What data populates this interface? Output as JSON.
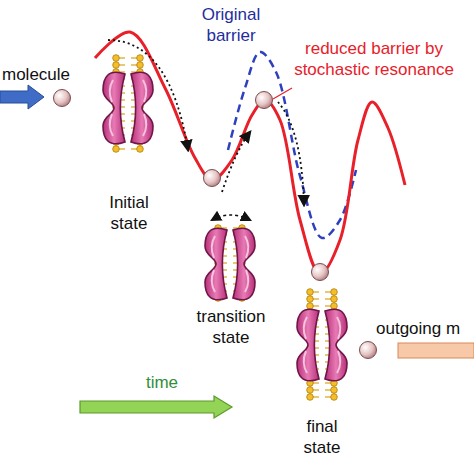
{
  "diagram": {
    "labels": [
      "Original barrier",
      "reduced barrier by stochastic resonance",
      "molecule",
      "Initial state",
      "transition state",
      "outgoing m",
      "time",
      "final state"
    ]
  }
}
